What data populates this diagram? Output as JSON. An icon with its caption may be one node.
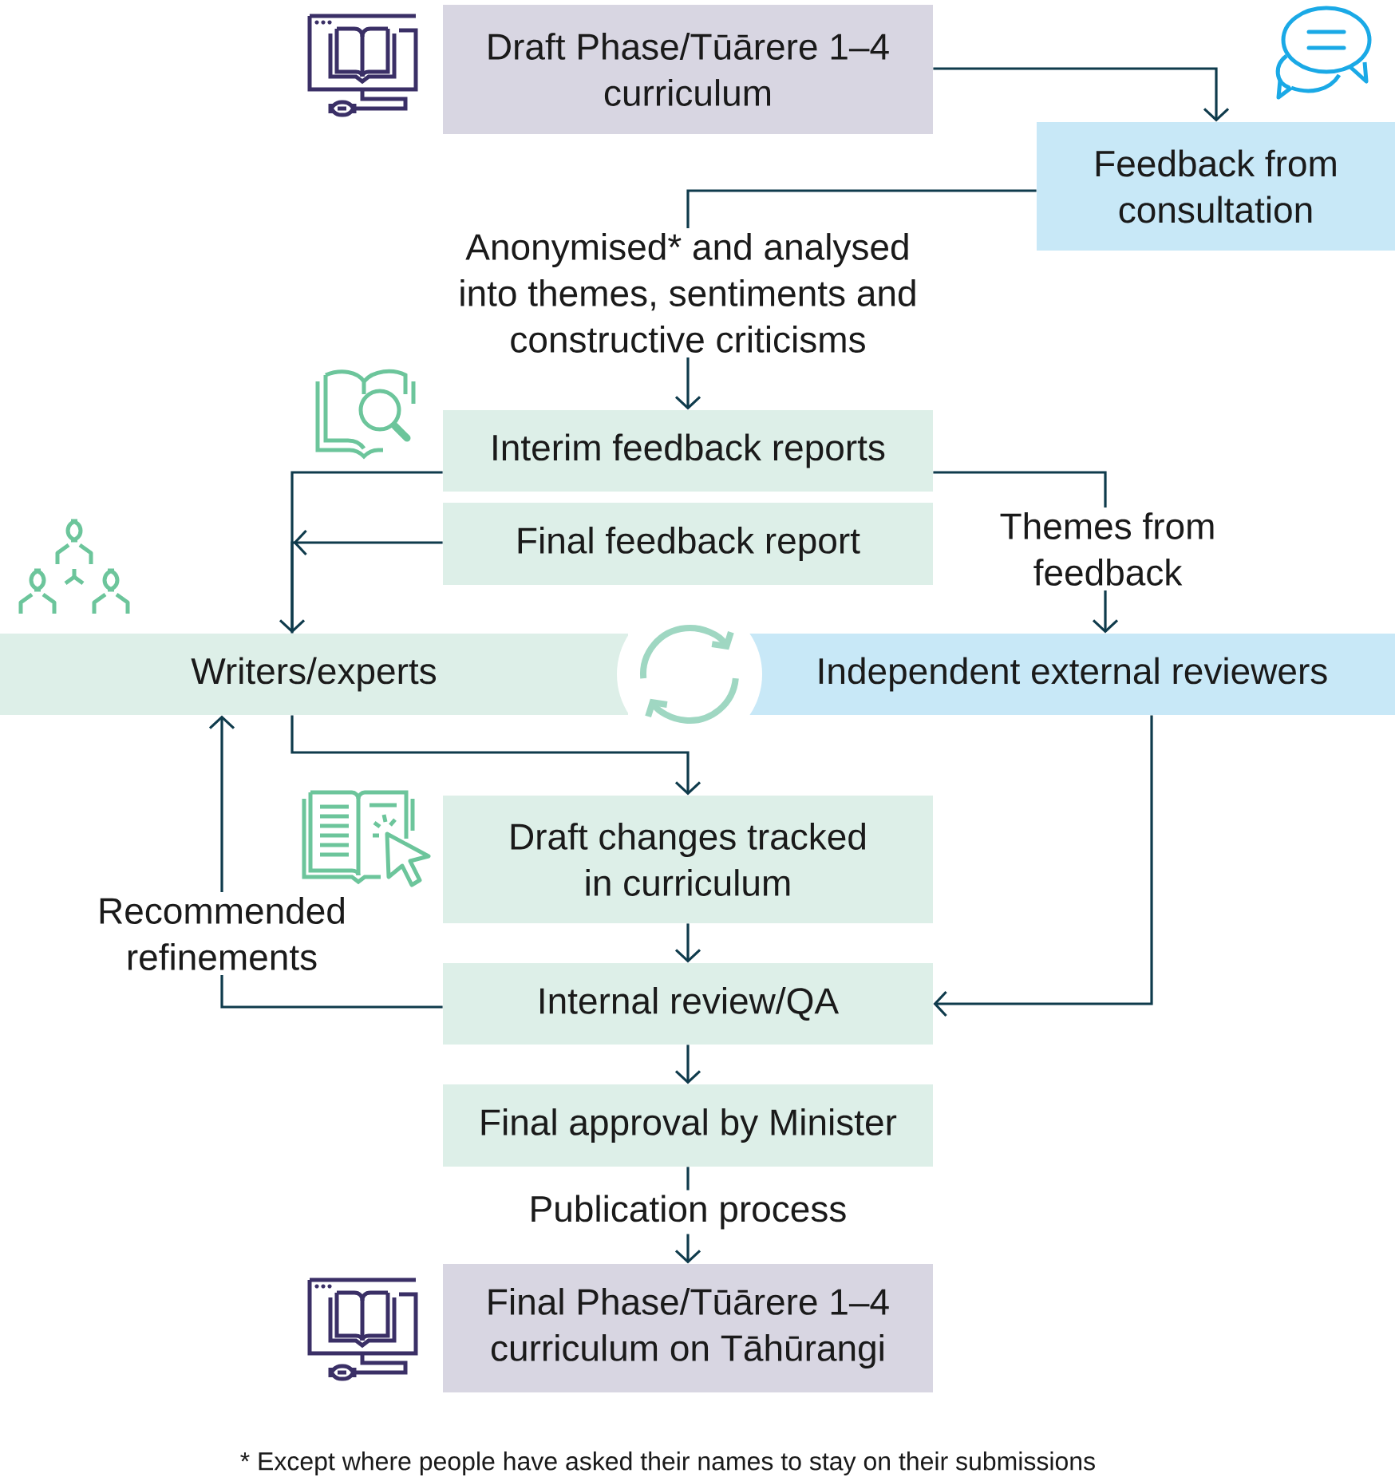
{
  "diagram": {
    "nodes": [
      {
        "text": [
          "Draft Phase/Tūārere 1–4 curriculum"
        ]
      },
      {
        "text": [
          "Feedback from consultation"
        ]
      },
      {
        "text": [
          "Interim feedback reports"
        ]
      },
      {
        "text": [
          "Final feedback report"
        ]
      },
      {
        "text": [
          "Writers/experts"
        ]
      },
      {
        "text": [
          "Independent external reviewers"
        ]
      },
      {
        "text": [
          "Draft changes tracked in curriculum"
        ]
      },
      {
        "text": [
          "Internal review/QA"
        ]
      },
      {
        "text": [
          "Final approval by Minister"
        ]
      },
      {
        "text": [
          "Final Phase/Tūārere 1–4 curriculum on Tāhūrangi"
        ]
      }
    ],
    "edges": [
      {
        "from": 0,
        "to": 1,
        "arrow": "to"
      },
      {
        "from": 1,
        "to": 2,
        "arrow": "to",
        "label": "Anonymised* and analysed into themes, sentiments and constructive criticisms"
      },
      {
        "from": 2,
        "to": 4,
        "arrow": "to"
      },
      {
        "from": 3,
        "to": 4,
        "arrow": "to"
      },
      {
        "from": 2,
        "to": 5,
        "arrow": "to",
        "label": "Themes from feedback"
      },
      {
        "from": 4,
        "to": 6,
        "arrow": "to"
      },
      {
        "from": 5,
        "to": 7,
        "arrow": "to"
      },
      {
        "from": 6,
        "to": 7,
        "arrow": "to"
      },
      {
        "from": 7,
        "to": 4,
        "arrow": "to",
        "label": "Recommended refinements"
      },
      {
        "from": 7,
        "to": 8,
        "arrow": "to"
      },
      {
        "from": 8,
        "to": 9,
        "arrow": "to",
        "label": "Publication process"
      }
    ],
    "labels": [
      "* Except where people have asked their names to stay on their submissions"
    ]
  }
}
